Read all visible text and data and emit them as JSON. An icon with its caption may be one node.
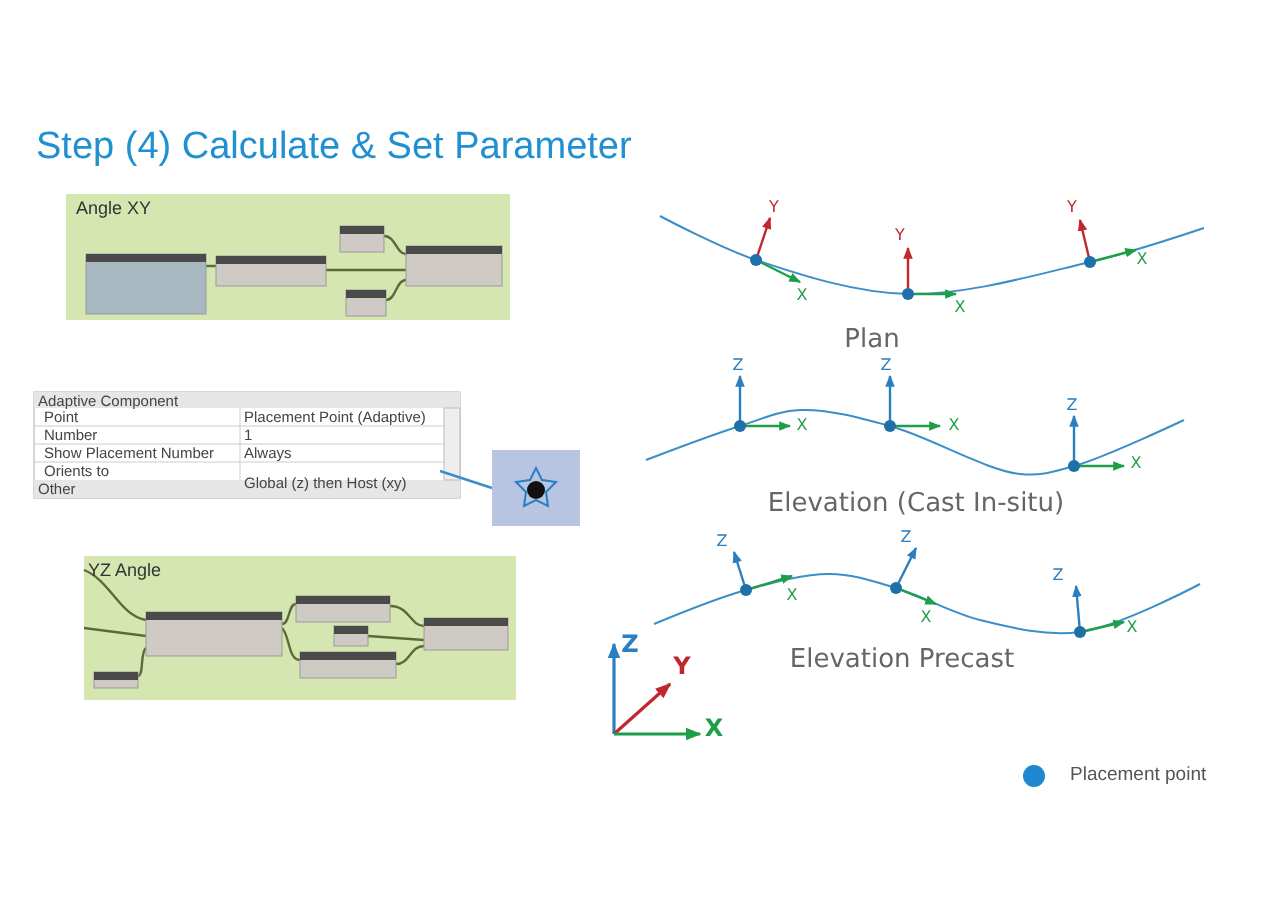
{
  "diagram": {
    "title": "Step (4) Calculate & Set Parameter",
    "nodes": [
      {
        "text": [
          "Global (z) then Host (xy)"
        ]
      },
      {
        "text": [],
        "shape": "box"
      }
    ],
    "edges": [
      {
        "from": 0,
        "to": 1,
        "arrow": "none"
      }
    ],
    "labels": [
      "Angle XY",
      "Adaptive Component",
      "Point",
      "Placement Point (Adaptive)",
      "Number",
      "1",
      "Show Placement Number",
      "Always",
      "Orients to",
      "Other",
      "YZ Angle",
      "Y",
      "Y",
      "Y",
      "X",
      "X",
      "X",
      "Plan",
      "Z",
      "Z",
      "Z",
      "X",
      "X",
      "X",
      "Elevation (Cast In-situ)",
      "Z",
      "Z",
      "Z",
      "X",
      "X",
      "X",
      "Elevation Precast",
      "Z",
      "Y",
      "X"
    ],
    "legend": [
      {
        "text": "Placement point",
        "color": "#1f87d0"
      }
    ]
  }
}
